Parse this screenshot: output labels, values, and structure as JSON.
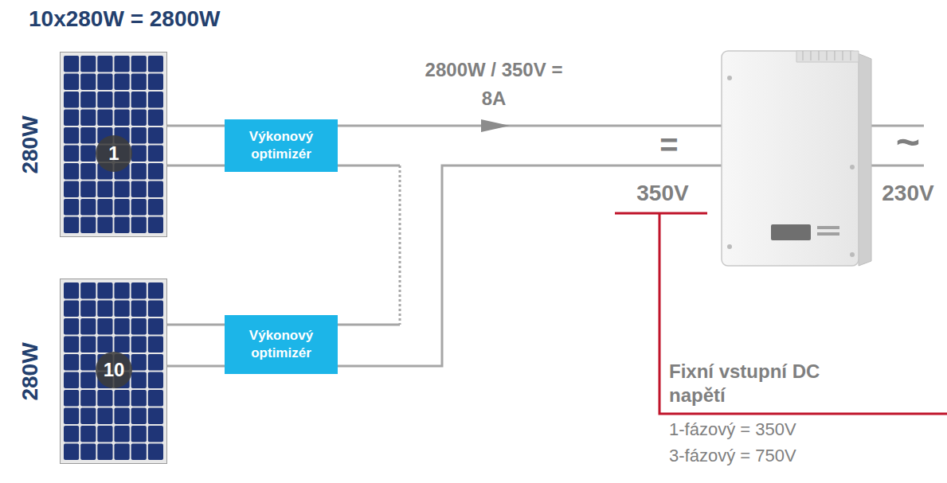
{
  "diagram": {
    "title": "10x280W = 2800W",
    "nodes": [
      {
        "text": [
          "280W"
        ]
      },
      {
        "text": [
          "1"
        ],
        "in": 0
      },
      {
        "text": [
          "Výkonový optimizér"
        ]
      },
      {
        "text": [
          "280W"
        ]
      },
      {
        "text": [
          "10"
        ],
        "in": 3
      },
      {
        "text": [
          "Výkonový optimizér"
        ]
      }
    ],
    "edges": [
      {
        "from": 0,
        "to": 2,
        "arrow": "none"
      },
      {
        "from": 2,
        "to": 5,
        "arrow": "none"
      },
      {
        "from": 3,
        "to": 5,
        "arrow": "none"
      }
    ],
    "labels": [
      "2800W / 350V =",
      "8A",
      "=",
      "350V",
      "~",
      "230V",
      "Fixní vstupní DC napětí",
      "1-fázový = 350V",
      "3-fázový = 750V"
    ]
  }
}
